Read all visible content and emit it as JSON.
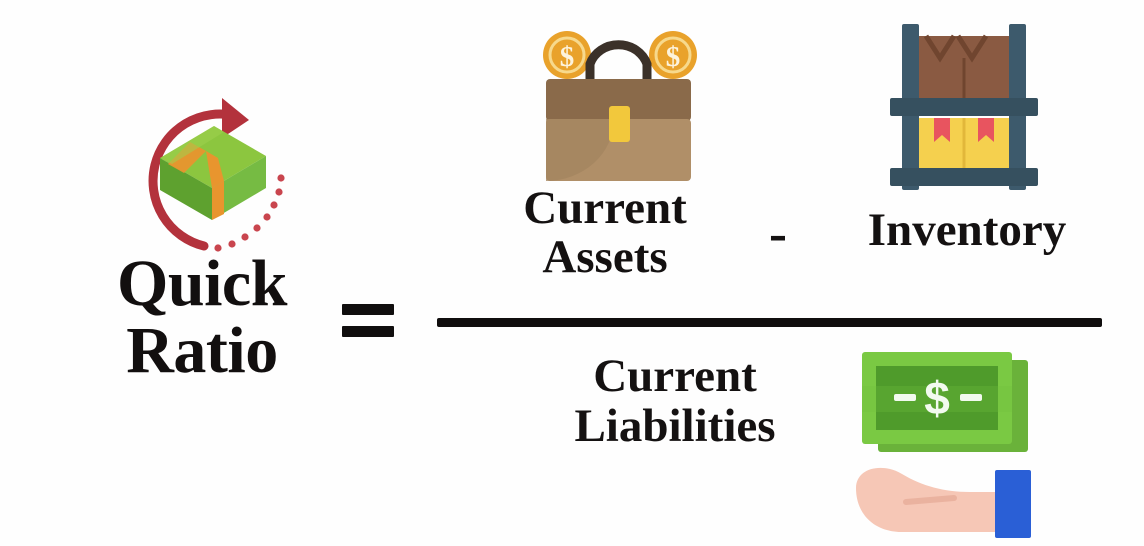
{
  "figure": {
    "title": "Quick Ratio formula",
    "background_color": "#fefefe",
    "text_color": "#141111"
  },
  "left_label": {
    "line1": "Quick",
    "line2": "Ratio",
    "icon": "money-stack-refresh-icon"
  },
  "operators": {
    "equals": "=",
    "minus": "-",
    "fraction_bar": "—"
  },
  "numerator": {
    "term1_line1": "Current",
    "term1_line2": "Assets",
    "term1_icon": "briefcase-with-coins-icon",
    "operator": "-",
    "term2": "Inventory",
    "term2_icon": "warehouse-shelf-boxes-icon"
  },
  "denominator": {
    "line1": "Current",
    "line2": "Liabilities",
    "icon": "hand-holding-cash-icon"
  },
  "icons": {
    "money_stack": {
      "name": "money-stack-refresh-icon",
      "arrow_color": "#b3323c",
      "dotted_arc_color": "#c9454e",
      "bill_green_light": "#8cc63f",
      "bill_green_mid": "#76bb43",
      "bill_green_dark": "#5ea12f",
      "band_color": "#e8952e"
    },
    "briefcase": {
      "name": "briefcase-with-coins-icon",
      "top_color": "#8a6a4a",
      "body_color": "#b08f68",
      "handle_color": "#3b3129",
      "lock_color": "#f2c83c",
      "coin_color": "#e9a22b",
      "coin_symbol": "$"
    },
    "warehouse": {
      "name": "warehouse-shelf-boxes-icon",
      "frame_color": "#3d5a6c",
      "top_box_color": "#8a5a42",
      "bottom_box_color": "#f5d04e",
      "label_color": "#e8545f"
    },
    "cash_hand": {
      "name": "hand-holding-cash-icon",
      "note_border_color": "#7ac943",
      "note_inner_color": "#4f9b2b",
      "note_symbol": "-$-",
      "hand_color": "#f6c7b6",
      "sleeve_color": "#2a5fd6"
    }
  }
}
